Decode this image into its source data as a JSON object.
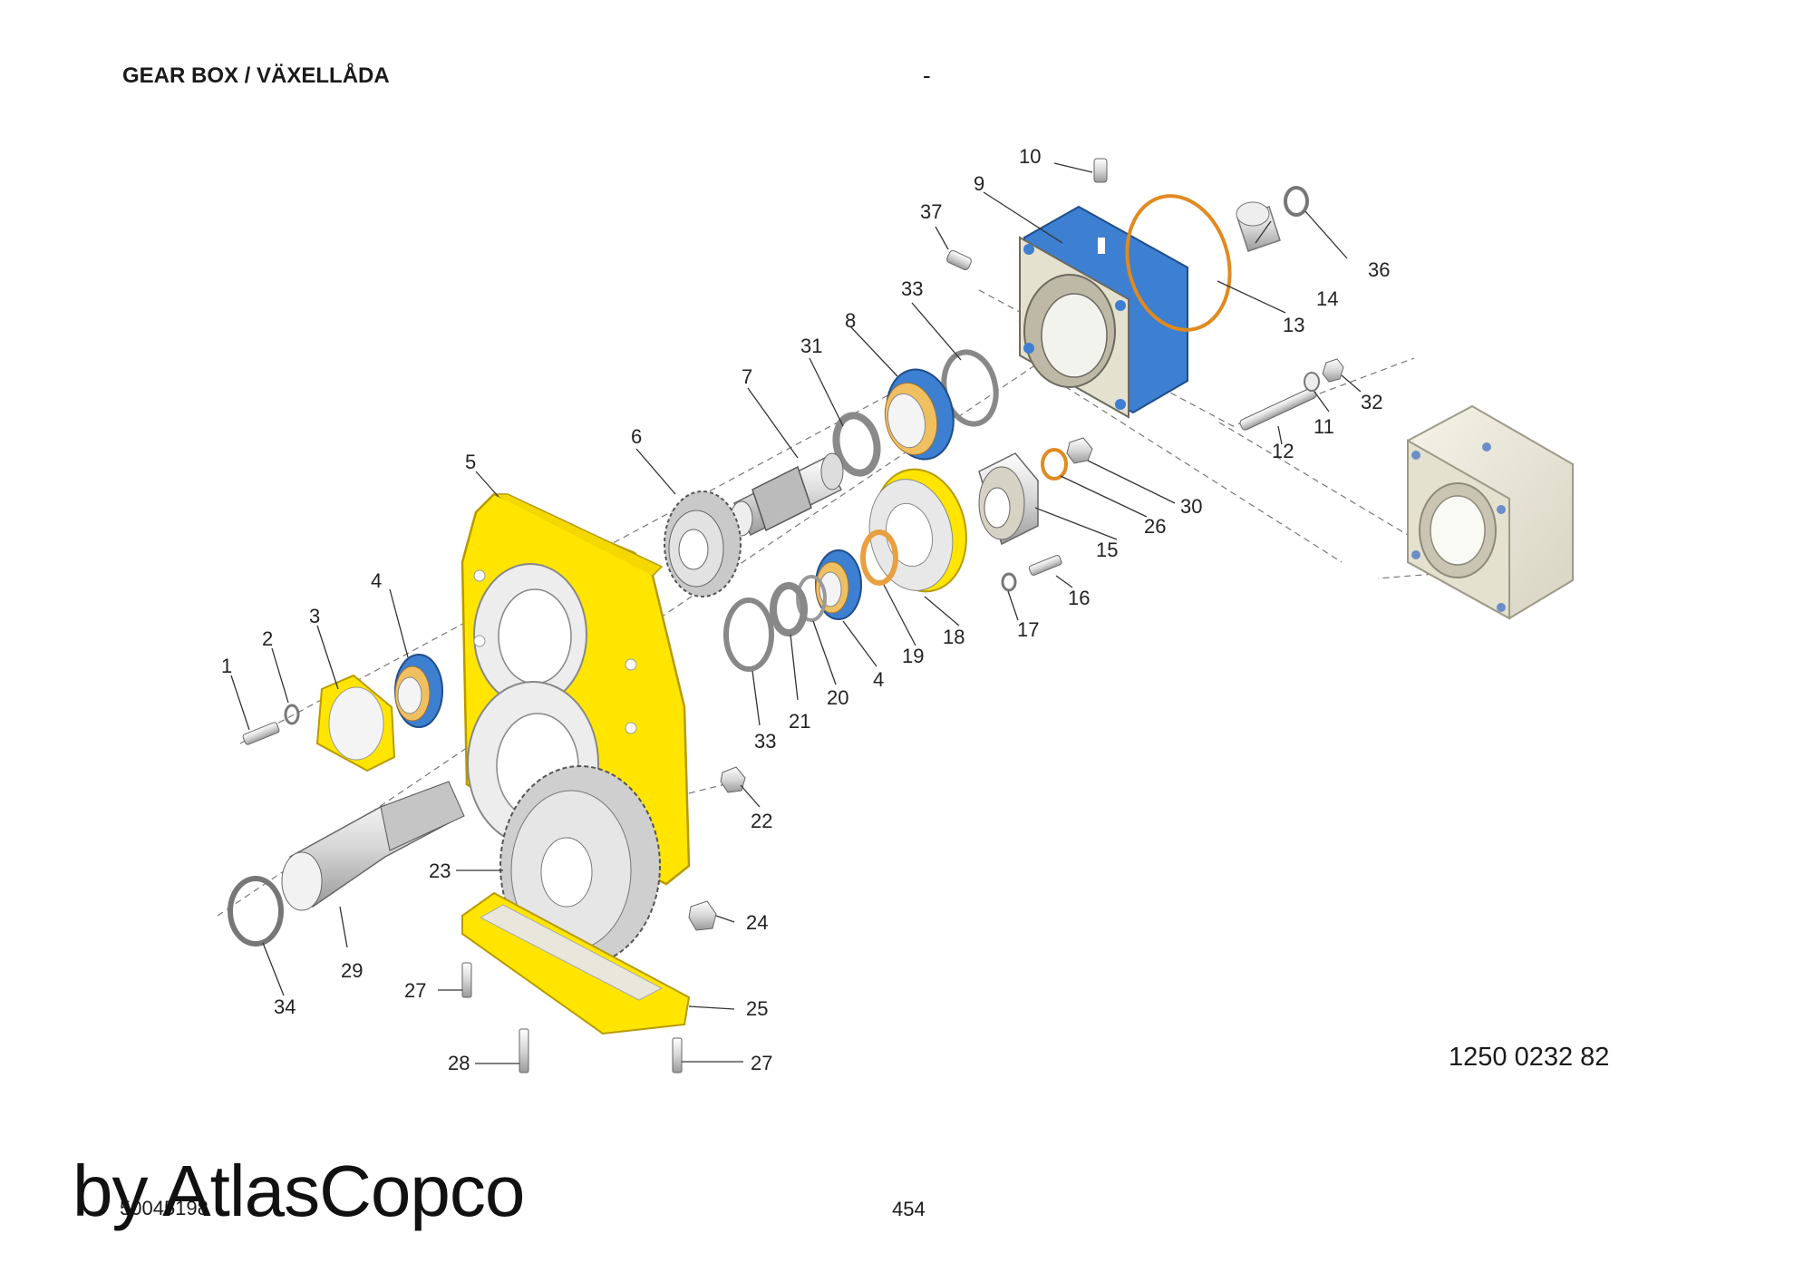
{
  "header": {
    "title": "GEAR BOX / VÄXELLÅDA",
    "separator": "-"
  },
  "footer": {
    "doc_number": "1250 0232 82",
    "page_number": "454",
    "ref_code": "50045198",
    "watermark": "by AtlasCopco"
  },
  "colors": {
    "housing": "#ffe500",
    "housing_stroke": "#b79a00",
    "flange": "#3d7fd0",
    "seal": "#f0a030",
    "metal": "#dcdcdc",
    "ghost": "#ece9da"
  },
  "callouts": [
    "1",
    "2",
    "3",
    "4",
    "5",
    "6",
    "7",
    "8",
    "9",
    "10",
    "11",
    "12",
    "13",
    "14",
    "15",
    "16",
    "17",
    "18",
    "19",
    "20",
    "21",
    "22",
    "23",
    "24",
    "25",
    "26",
    "27",
    "28",
    "29",
    "30",
    "31",
    "32",
    "33",
    "34",
    "36",
    "37",
    "4",
    "27",
    "33"
  ]
}
